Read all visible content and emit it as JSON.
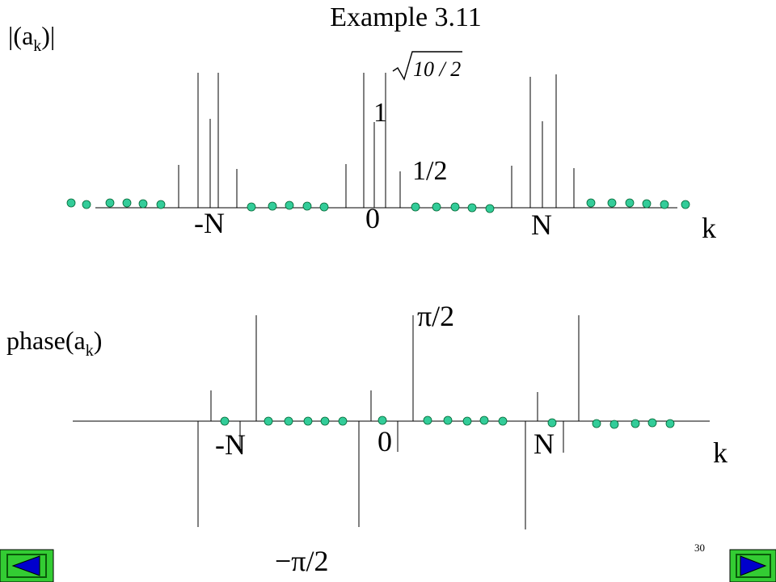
{
  "title": "Example 3.11",
  "page_number": "30",
  "top_plot": {
    "ylabel_base": "|(a",
    "ylabel_sub": "k",
    "ylabel_end": ")|",
    "sqrt_value": "10 / 2",
    "level_1": "1",
    "level_half": "1/2",
    "tick_minus_n": "-N",
    "tick_zero": "0",
    "tick_n": "N",
    "axis_k": "k"
  },
  "bottom_plot": {
    "ylabel_base": "phase(a",
    "ylabel_sub": "k",
    "ylabel_end": ")",
    "pi_half": "π/2",
    "minus_pi_half": "−π/2",
    "tick_minus_n": "-N",
    "tick_zero": "0",
    "tick_n": "N",
    "axis_k": "k"
  },
  "colors": {
    "dot_fill": "#33cc99",
    "nav_button": "#33cc33",
    "nav_arrow": "#0000cc"
  },
  "nav": {
    "prev_icon": "left-triangle-icon",
    "next_icon": "right-triangle-icon"
  }
}
